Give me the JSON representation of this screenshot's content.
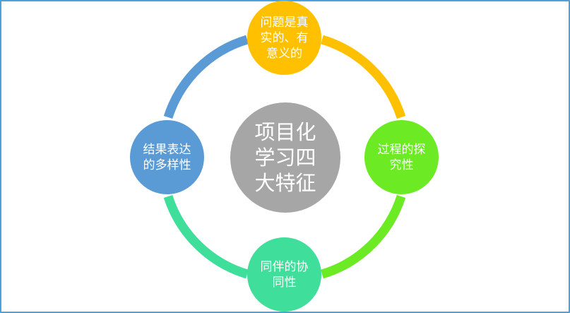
{
  "diagram": {
    "center": {
      "label": "项目化\n学习四\n大特征",
      "color": "#a6a6a6"
    },
    "nodes": [
      {
        "id": "top",
        "label": "问题是真\n实的、有\n意义的",
        "color": "#ffc000"
      },
      {
        "id": "right",
        "label": "过程的探\n究性",
        "color": "#6cea23"
      },
      {
        "id": "bottom",
        "label": "同伴的协\n同性",
        "color": "#3fde9a"
      },
      {
        "id": "left",
        "label": "结果表达\n的多样性",
        "color": "#5b9bd5"
      }
    ],
    "arcs": [
      {
        "from": "top",
        "to": "right",
        "color": "#ffc000"
      },
      {
        "from": "right",
        "to": "bottom",
        "color": "#6cea23"
      },
      {
        "from": "bottom",
        "to": "left",
        "color": "#3fde9a"
      },
      {
        "from": "left",
        "to": "top",
        "color": "#5b9bd5"
      }
    ],
    "border_color": "#4aa3df"
  }
}
